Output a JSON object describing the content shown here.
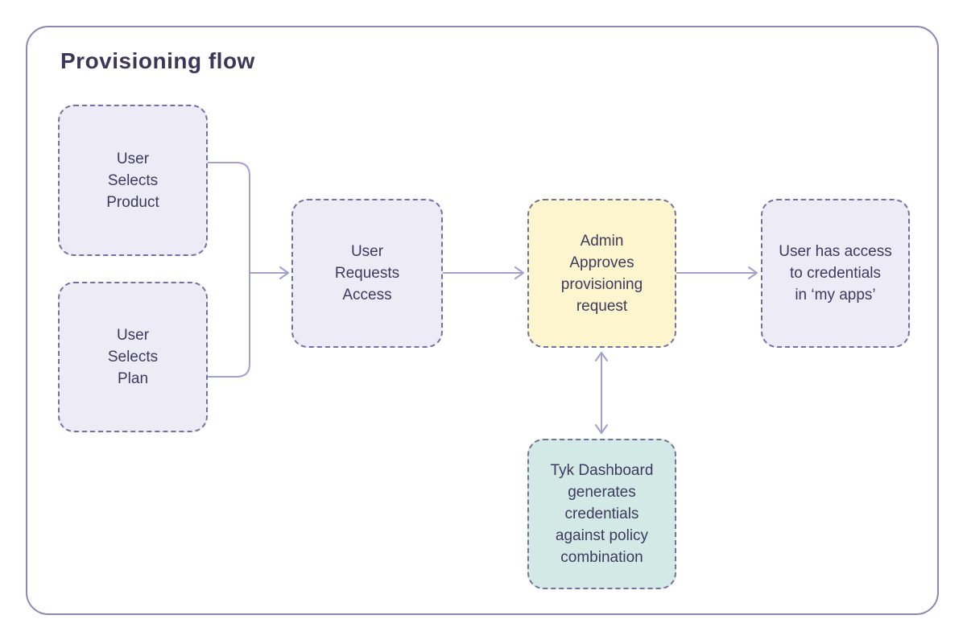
{
  "title": "Provisioning flow",
  "nodes": {
    "user_selects_product": {
      "label": "User\nSelects\nProduct"
    },
    "user_selects_plan": {
      "label": "User\nSelects\nPlan"
    },
    "user_requests_access": {
      "label": "User\nRequests\nAccess"
    },
    "admin_approves": {
      "label": "Admin\nApproves\nprovisioning\nrequest"
    },
    "user_has_access": {
      "label": "User has access\nto credentials\nin ‘my apps’"
    },
    "tyk_dashboard": {
      "label": "Tyk Dashboard\ngenerates\ncredentials\nagainst policy\ncombination"
    }
  },
  "colors": {
    "frame_border": "#8b88b4",
    "node_border": "#74719d",
    "node_fill_default": "#ecebf6",
    "node_fill_highlight": "#fdf5cd",
    "node_fill_system": "#d2e9e6",
    "connector": "#a3a0cf",
    "title_text": "#3b3758",
    "node_text": "#3e3a5e",
    "background": "#ffffff"
  }
}
